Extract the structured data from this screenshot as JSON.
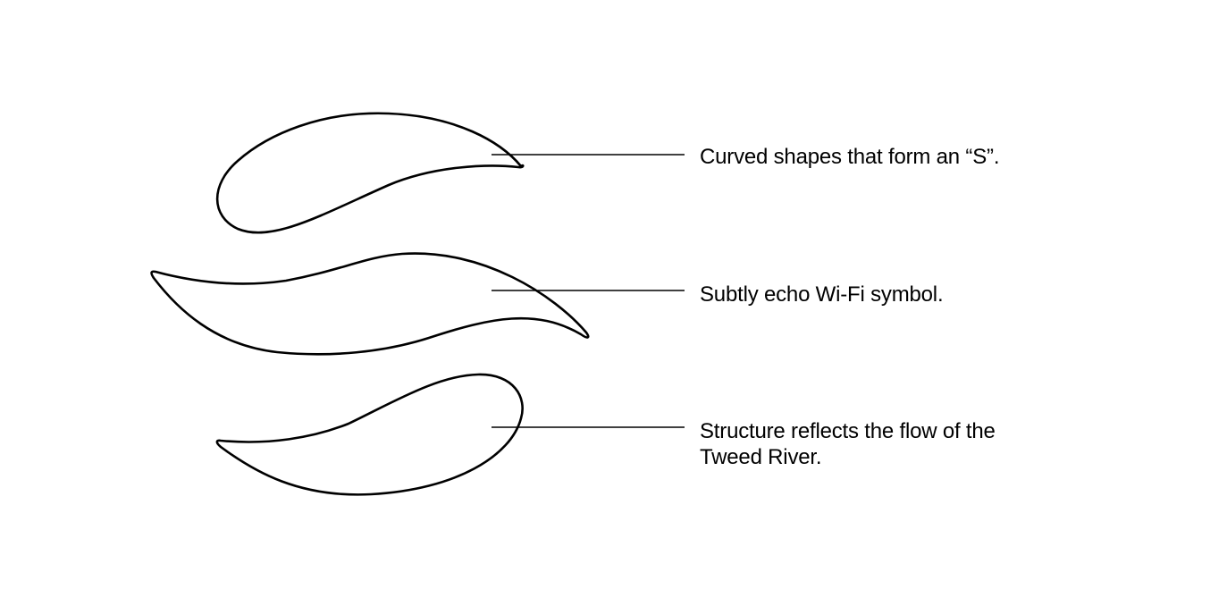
{
  "annotations": [
    {
      "lines": [
        "Curved shapes that form an “S”."
      ]
    },
    {
      "lines": [
        "Subtly echo Wi-Fi symbol."
      ]
    },
    {
      "lines": [
        "Structure reflects the flow of the",
        "Tweed River."
      ]
    }
  ],
  "colors": {
    "stroke": "#000000",
    "background": "#ffffff"
  }
}
